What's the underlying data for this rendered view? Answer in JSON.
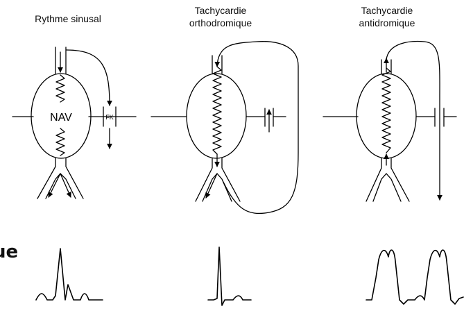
{
  "panels": [
    {
      "title_lines": [
        "Rythme sinusal"
      ],
      "inner_label": "NAV",
      "pathway_label": "FK"
    },
    {
      "title_lines": [
        "Tachycardie",
        "orthodromique"
      ]
    },
    {
      "title_lines": [
        "Tachycardie",
        "antidromique"
      ]
    }
  ],
  "ecg_row_label": "ue",
  "colors": {
    "stroke": "#000000",
    "background": "#ffffff"
  }
}
